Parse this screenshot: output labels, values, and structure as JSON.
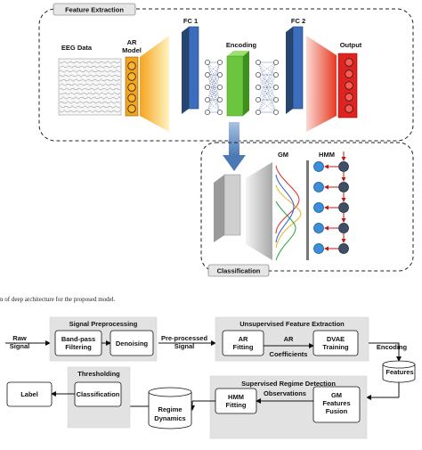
{
  "top": {
    "feature_extraction_title": "Feature Extraction",
    "eeg_label": "EEG Data",
    "ar_label_1": "AR",
    "ar_label_2": "Model",
    "fc1_label": "FC 1",
    "encoding_label": "Encoding",
    "fc2_label": "FC 2",
    "output_label": "Output",
    "gm_label": "GM",
    "hmm_label": "HMM",
    "classification_title": "Classification",
    "caption": "n of deep architecture for the proposed model."
  },
  "flow": {
    "raw_signal_1": "Raw",
    "raw_signal_2": "Signal",
    "signal_preprocessing_title": "Signal Preprocessing",
    "bandpass_1": "Band-pass",
    "bandpass_2": "Filtering",
    "denoising": "Denoising",
    "preprocessed_1": "Pre-processed",
    "preprocessed_2": "Signal",
    "unsupervised_title": "Unsupervised Feature Extraction",
    "ar_fitting_1": "AR",
    "ar_fitting_2": "Fitting",
    "ar_coeff_1": "AR",
    "ar_coeff_2": "Coefficients",
    "dvae_1": "DVAE",
    "dvae_2": "Training",
    "encoding": "Encoding",
    "features": "Features",
    "supervised_title": "Supervised Regime Detection",
    "hmm_fitting_1": "HMM",
    "hmm_fitting_2": "Fitting",
    "observations": "Observations",
    "gm_features_1": "GM",
    "gm_features_2": "Features",
    "gm_features_3": "Fusion",
    "regime_1": "Regime",
    "regime_2": "Dynamics",
    "thresholding_title": "Thresholding",
    "classification": "Classification",
    "label": "Label"
  },
  "colors": {
    "fc_layer": "#3b6fbd",
    "encoding_layer": "#6cc53f",
    "ar_orange": "#f7a21b",
    "output_red": "#e0231e",
    "box_gray": "#dcdcdc",
    "node_blue": "#3a8fd9",
    "node_dark": "#3f4f66",
    "arrow_red": "#c1141a"
  }
}
